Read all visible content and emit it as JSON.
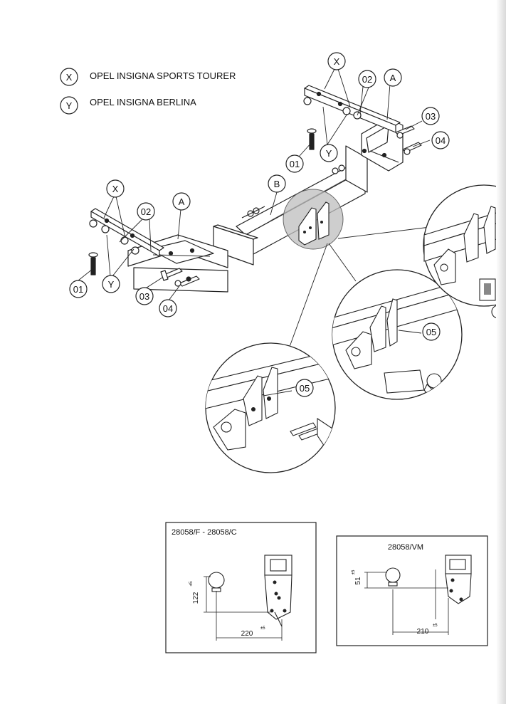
{
  "legend": [
    {
      "letter": "X",
      "label": "OPEL INSIGNA SPORTS TOURER"
    },
    {
      "letter": "Y",
      "label": "OPEL INSIGNA BERLINA"
    }
  ],
  "callouts": {
    "x": "X",
    "y": "Y",
    "a": "A",
    "b": "B",
    "p01": "01",
    "p02": "02",
    "p03": "03",
    "p04": "04",
    "p05": "05"
  },
  "spec_left": {
    "title": "28058/F - 28058/C",
    "height_value": "122",
    "height_tol": "±5",
    "distance_value": "220",
    "distance_tol": "±5"
  },
  "spec_right": {
    "title": "28058/VM",
    "height_value": "51",
    "height_tol": "±5",
    "distance_value": "210",
    "distance_tol": "±5"
  }
}
